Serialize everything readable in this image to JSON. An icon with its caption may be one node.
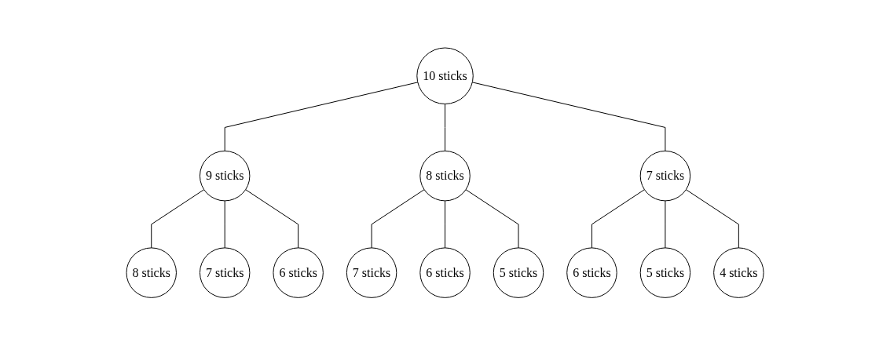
{
  "diagram": {
    "nodes": [
      {
        "text": [
          "10 sticks"
        ]
      },
      {
        "text": [
          "9 sticks"
        ]
      },
      {
        "text": [
          "8 sticks"
        ]
      },
      {
        "text": [
          "7 sticks"
        ]
      },
      {
        "text": [
          "8 sticks"
        ]
      },
      {
        "text": [
          "7 sticks"
        ]
      },
      {
        "text": [
          "6 sticks"
        ]
      },
      {
        "text": [
          "7 sticks"
        ]
      },
      {
        "text": [
          "6 sticks"
        ]
      },
      {
        "text": [
          "5 sticks"
        ]
      },
      {
        "text": [
          "6 sticks"
        ]
      },
      {
        "text": [
          "5 sticks"
        ]
      },
      {
        "text": [
          "4 sticks"
        ]
      }
    ],
    "edges": [
      {
        "from": 0,
        "to": 1,
        "arrow": "none"
      },
      {
        "from": 0,
        "to": 2,
        "arrow": "none"
      },
      {
        "from": 0,
        "to": 3,
        "arrow": "none"
      },
      {
        "from": 1,
        "to": 4,
        "arrow": "none"
      },
      {
        "from": 1,
        "to": 5,
        "arrow": "none"
      },
      {
        "from": 1,
        "to": 6,
        "arrow": "none"
      },
      {
        "from": 2,
        "to": 7,
        "arrow": "none"
      },
      {
        "from": 2,
        "to": 8,
        "arrow": "none"
      },
      {
        "from": 2,
        "to": 9,
        "arrow": "none"
      },
      {
        "from": 3,
        "to": 10,
        "arrow": "none"
      },
      {
        "from": 3,
        "to": 11,
        "arrow": "none"
      },
      {
        "from": 3,
        "to": 12,
        "arrow": "none"
      }
    ]
  }
}
